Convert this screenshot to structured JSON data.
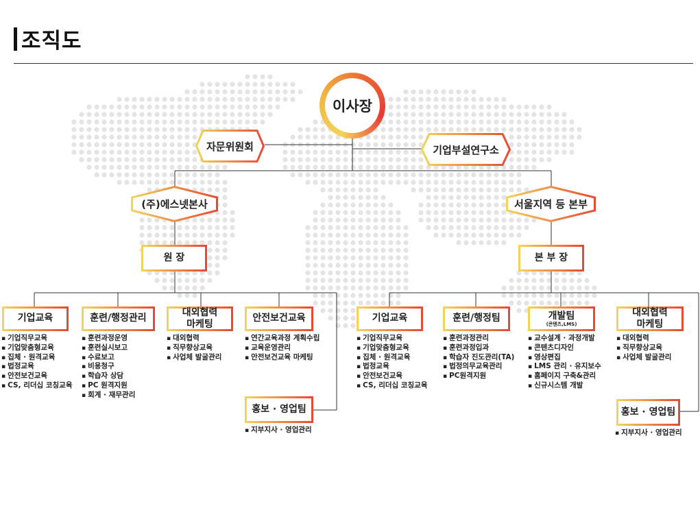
{
  "page": {
    "title": "조직도"
  },
  "ceo": "이사장",
  "advisory": "자문위원회",
  "lab": "기업부설연구소",
  "hq_left": "(주)에스넷본사",
  "hq_right": "서울지역 등 본부",
  "head_left": "원 장",
  "head_right": "본 부 장",
  "left_depts": [
    {
      "name": "기업교육",
      "items": [
        "기업직무교육",
        "기업맞춤형교육",
        "집체 · 원격교육",
        "법정교육",
        "안전보건교육",
        "CS, 리더십 코칭교육"
      ]
    },
    {
      "name": "훈련/행정관리",
      "items": [
        "훈련과정운영",
        "훈련실시보고",
        "수료보고",
        "비용청구",
        "학습자 상담",
        "PC 원격지원",
        "회계 · 재무관리"
      ]
    },
    {
      "name_line1": "대외협력",
      "name_line2": "마케팅",
      "items": [
        "대외협력",
        "직무향상교육",
        "사업체 발굴관리"
      ]
    },
    {
      "name": "안전보건교육",
      "items": [
        "연간교육과정 계획수립",
        "교육운영관리",
        "안전보건교육 마케팅"
      ]
    }
  ],
  "left_pr": {
    "name": "홍보 · 영업팀",
    "items": [
      "지부지사 · 영업관리"
    ]
  },
  "right_depts": [
    {
      "name": "기업교육",
      "items": [
        "기업직무교육",
        "기업맞춤형교육",
        "집체 · 원격교육",
        "법정교육",
        "안전보건교육",
        "CS, 리더십 코칭교육"
      ]
    },
    {
      "name": "훈련/행정팀",
      "items": [
        "훈련과정관리",
        "훈련과정입과",
        "학습자 진도관리(TA)",
        "법정의무교육관리",
        "PC원격지원"
      ]
    },
    {
      "name": "개발팀",
      "sub": "(콘텐츠,LMS)",
      "items": [
        "교수설계 · 과정개발",
        "콘텐츠디자인",
        "영상편집",
        "LMS 관리 · 유지보수",
        "홈페이지 구축&관리",
        "신규시스템 개발"
      ]
    },
    {
      "name_line1": "대외협력",
      "name_line2": "마케팅",
      "items": [
        "대외협력",
        "직무향상교육",
        "사업체 발굴관리"
      ]
    }
  ],
  "right_pr": {
    "name": "홍보 · 영업팀",
    "items": [
      "지부지사 · 영업관리"
    ]
  },
  "colors": {
    "grad_start": "#f3d35c",
    "grad_end": "#e64a35",
    "map_dots": "#e4e4e4"
  }
}
